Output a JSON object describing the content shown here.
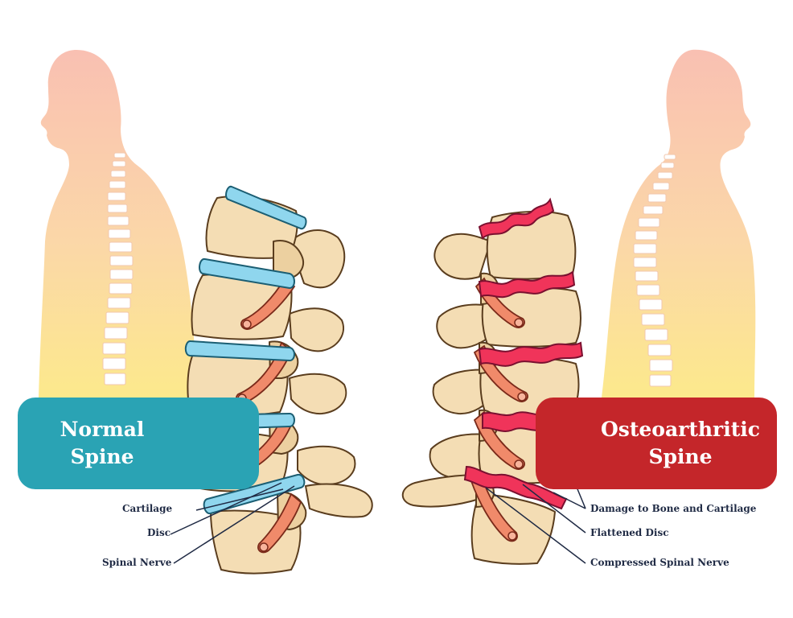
{
  "normal_panel": {
    "line1": "Normal",
    "line2": "Spine"
  },
  "oa_panel": {
    "line1": "Osteoarthritic",
    "line2": "Spine"
  },
  "normal_labels": {
    "cartilage": "Cartilage",
    "disc": "Disc",
    "nerve": "Spinal Nerve"
  },
  "oa_labels": {
    "damage": "Damage to Bone and Cartilage",
    "flattened": "Flattened Disc",
    "compressed": "Compressed Spinal Nerve"
  },
  "colors": {
    "normal_accent": "#2aa3b4",
    "oa_accent": "#c4262a",
    "bone": "#f4ddb4",
    "bone_outline": "#5a3d1e",
    "disc_normal": "#8fd6ee",
    "disc_damaged": "#f0345a",
    "nerve": "#f08a6a",
    "silhouette_top": "#f9c2b0",
    "silhouette_bottom": "#fbe38a"
  }
}
